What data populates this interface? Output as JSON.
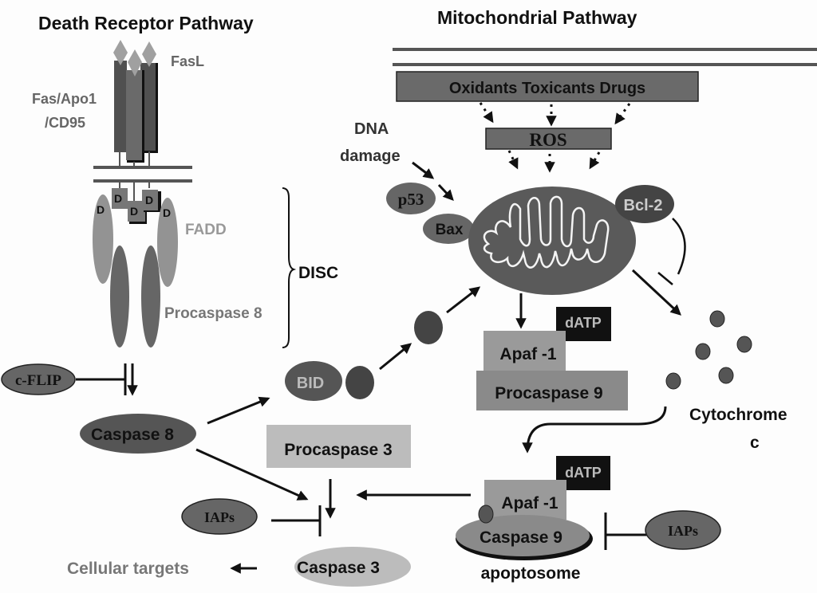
{
  "titles": {
    "death_receptor": "Death Receptor Pathway",
    "mitochondrial": "Mitochondrial Pathway"
  },
  "death_receptor": {
    "ligand_label": "FasL",
    "receptor_label_line1": "Fas/Apo1",
    "receptor_label_line2": "/CD95",
    "domain_letter": "D",
    "fadd_label": "FADD",
    "procaspase8_label": "Procaspase 8",
    "complex_label": "DISC",
    "cflip_label": "c-FLIP",
    "caspase8_label": "Caspase 8",
    "bid_label": "BID"
  },
  "mitochondrial": {
    "stressors_label": "Oxidants Toxicants Drugs",
    "ros_label": "ROS",
    "dna_damage_line1": "DNA",
    "dna_damage_line2": "damage",
    "p53_label": "p53",
    "bax_label": "Bax",
    "bcl2_label": "Bcl-2",
    "datp_label": "dATP",
    "apaf1_label": "Apaf -1",
    "procaspase9_label": "Procaspase 9",
    "cytochrome_line1": "Cytochrome",
    "cytochrome_line2": "c"
  },
  "execution": {
    "procaspase3_label": "Procaspase 3",
    "iaps_label": "IAPs",
    "caspase3_label": "Caspase 3",
    "cellular_targets_label": "Cellular targets",
    "apoptosome_datp_label": "dATP",
    "apoptosome_apaf1_label": "Apaf -1",
    "caspase9_label": "Caspase 9",
    "apoptosome_label": "apoptosome",
    "iaps_right_label": "IAPs"
  },
  "colors": {
    "dark": "#4a4a4a",
    "medium": "#6b6b6b",
    "light": "#9a9a9a",
    "pale": "#bdbdbd",
    "black": "#111111",
    "grey_text": "#777777"
  }
}
